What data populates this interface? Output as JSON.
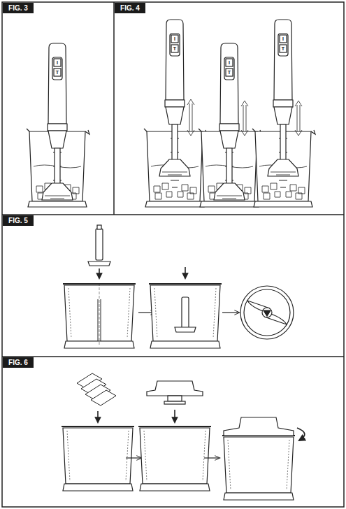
{
  "diagram": {
    "labels": [
      "FIG. 3",
      "I",
      "T",
      "FIG. 4",
      "I",
      "T",
      "I",
      "T",
      "I",
      "T",
      "FIG. 5",
      "FIG. 6"
    ]
  }
}
